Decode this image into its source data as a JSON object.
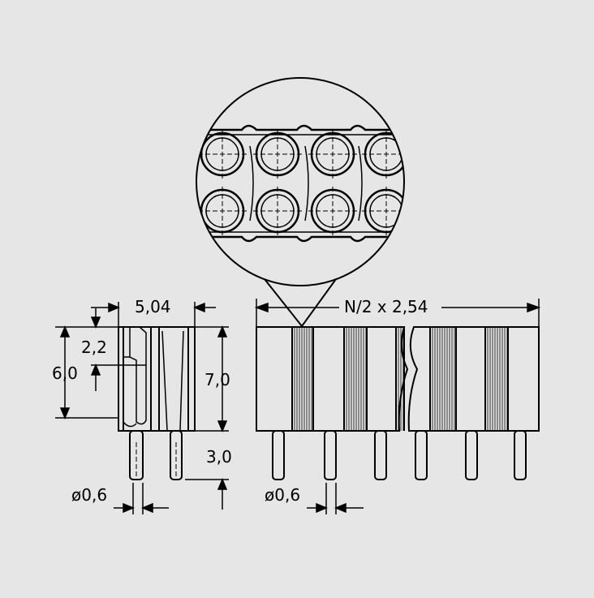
{
  "drawing": {
    "background": "#e6e6e6",
    "line_color": "#000000",
    "side_view": {
      "width_dim": "5,04",
      "upper_dim": "2,2",
      "body_dim": "6,0",
      "height_dim": "7,0",
      "pin_length_dim": "3,0",
      "pin_diameter_dim": "ø0,6"
    },
    "front_view": {
      "pitch_dim": "N/2 x 2,54",
      "pin_diameter_dim": "ø0,6"
    },
    "detail_view": {
      "rows": 2,
      "holes_per_row_visible": 4
    }
  }
}
